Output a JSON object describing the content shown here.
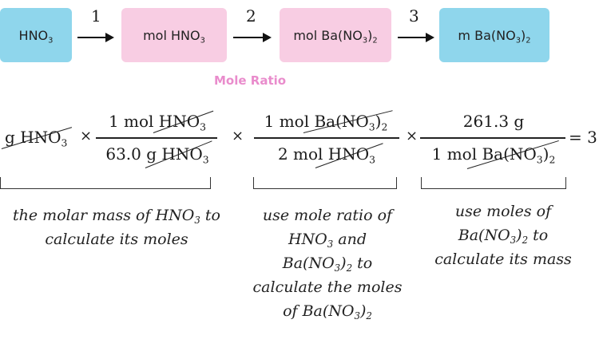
{
  "flow": {
    "box1": "HNO3",
    "box2": "mol HNO3",
    "box3": "mol Ba(NO3)2",
    "box4": "m Ba(NO3)2",
    "step1": "1",
    "step2": "2",
    "step3": "3",
    "mole_ratio": "Mole Ratio",
    "colors": {
      "blue": "#8fd6ec",
      "pink": "#f8cde3",
      "mole_ratio_text": "#e98ccc"
    }
  },
  "equation": {
    "term1": "g HNO3",
    "f1_num": "1 mol HNO3",
    "f1_den": "63.0 g HNO3",
    "f2_num": "1 mol Ba(NO3)2",
    "f2_den": "2 mol HNO3",
    "f3_num": "261.3 g",
    "f3_den": "1 mol Ba(NO3)2",
    "times": "×",
    "result": "= 3"
  },
  "notes": {
    "n1_line1": "the molar mass of HNO3 to",
    "n1_line2": "calculate its moles",
    "n2_line1": "use mole ratio of",
    "n2_line2": "HNO3 and",
    "n2_line3": "Ba(NO3)2 to",
    "n2_line4": "calculate the moles",
    "n2_line5": "of Ba(NO3)2",
    "n3_line1": "use moles of",
    "n3_line2": "Ba(NO3)2 to",
    "n3_line3": "calculate its mass"
  }
}
